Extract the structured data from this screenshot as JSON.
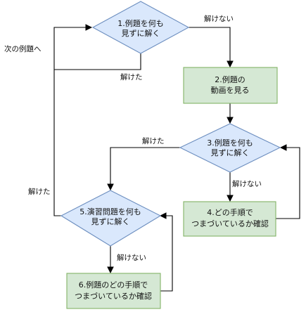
{
  "nodes": {
    "step1": {
      "type": "decision",
      "lines": [
        "1.例題を何も",
        "見ずに解く"
      ]
    },
    "step2": {
      "type": "process",
      "lines": [
        "2.例題の",
        "動画を見る"
      ]
    },
    "step3": {
      "type": "decision",
      "lines": [
        "3.例題を何も",
        "見ずに解く"
      ]
    },
    "step4": {
      "type": "process",
      "lines": [
        "4.どの手順で",
        "つまづいているか確認"
      ]
    },
    "step5": {
      "type": "decision",
      "lines": [
        "5.演習問題を何も",
        "見ずに解く"
      ]
    },
    "step6": {
      "type": "process",
      "lines": [
        "6.例題のどの手順で",
        "つまづいているか確認"
      ]
    }
  },
  "edge_labels": {
    "step1_unsolved": "解けない",
    "step1_solved": "解けた",
    "next_example": "次の例題へ",
    "step3_solved": "解けた",
    "step3_unsolved": "解けない",
    "step5_solved": "解けた",
    "step5_unsolved": "解けない"
  }
}
